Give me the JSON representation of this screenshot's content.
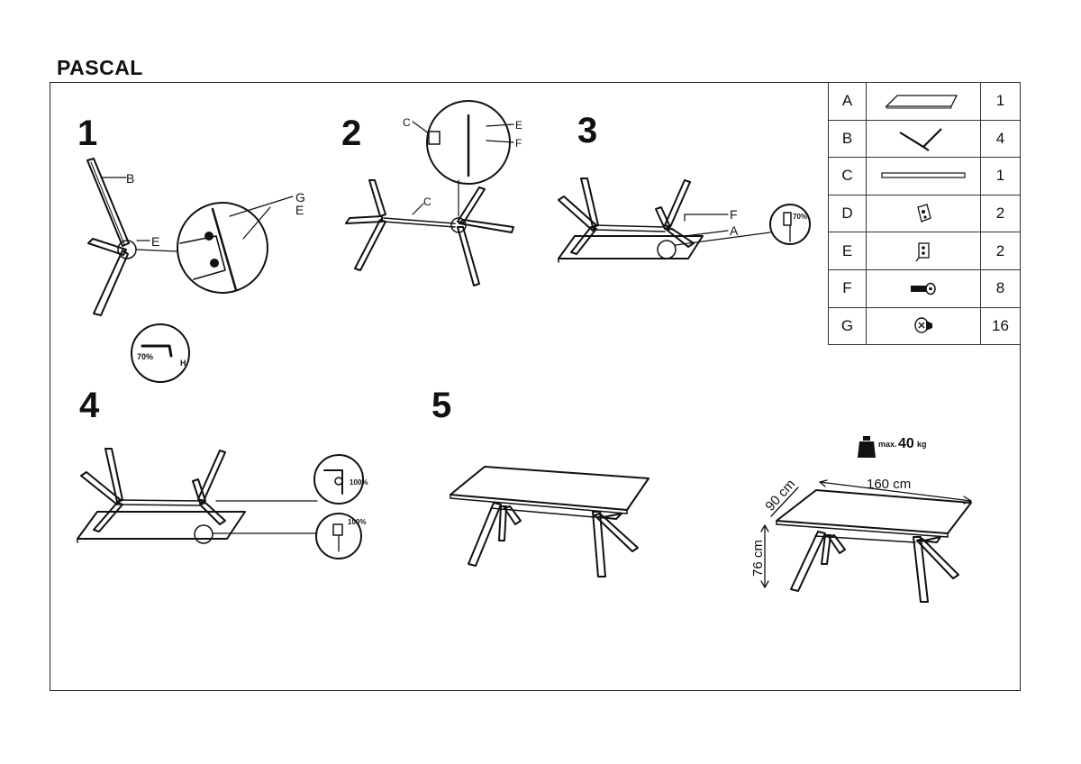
{
  "title": "PASCAL",
  "steps": [
    "1",
    "2",
    "3",
    "4",
    "5"
  ],
  "parts": [
    {
      "letter": "A",
      "icon": "tabletop-icon",
      "qty": "1"
    },
    {
      "letter": "B",
      "icon": "leg-frame-icon",
      "qty": "4"
    },
    {
      "letter": "C",
      "icon": "crossbar-icon",
      "qty": "1"
    },
    {
      "letter": "D",
      "icon": "bracket-d-icon",
      "qty": "2"
    },
    {
      "letter": "E",
      "icon": "bracket-e-icon",
      "qty": "2"
    },
    {
      "letter": "F",
      "icon": "bolt-icon",
      "qty": "8"
    },
    {
      "letter": "G",
      "icon": "screw-icon",
      "qty": "16"
    }
  ],
  "callouts": {
    "step1": {
      "b": "B",
      "e": "E",
      "g": "G",
      "e2": "E",
      "torque": "70%",
      "h": "H"
    },
    "step2": {
      "c": "C",
      "c2": "C",
      "e": "E",
      "f": "F"
    },
    "step3": {
      "f": "F",
      "a": "A",
      "torque": "70%"
    },
    "step4": {
      "torque1": "100%",
      "torque2": "100%"
    }
  },
  "specs": {
    "max_load_prefix": "max.",
    "max_load_value": "40",
    "max_load_unit": "kg",
    "length": "160 cm",
    "depth": "90 cm",
    "height": "76 cm"
  }
}
